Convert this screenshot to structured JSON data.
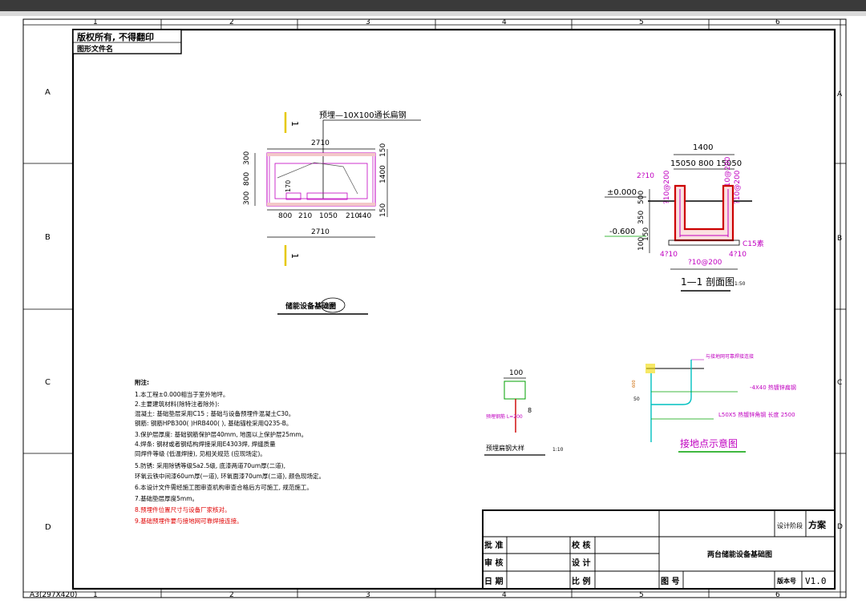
{
  "frame": {
    "col_numbers": [
      "1",
      "2",
      "3",
      "4",
      "5",
      "6"
    ],
    "row_letters": [
      "A",
      "B",
      "C",
      "D"
    ],
    "sheet_size": "A3(297X420)"
  },
  "header_box": {
    "copyright": "版权所有,   不得翻印",
    "file_name_label": "图形文件名"
  },
  "plan": {
    "embed_label": "预埋—10X100通长扁钢",
    "section_mark": "1",
    "dim_top": "2710",
    "dim_bottom": "2710",
    "dim_seg": [
      "800",
      "210",
      "1050",
      "210",
      "440"
    ],
    "dim_left_top": "300",
    "dim_left_mid": "800",
    "dim_left_bot": "300",
    "dim_inner": "170",
    "dim_right_top": "150",
    "dim_right_mid": "1400",
    "dim_right_bot": "150",
    "title": "储能设备基础图",
    "count": "2台"
  },
  "section": {
    "dim_width": "1400",
    "dim_parts": "15050  800  15050",
    "rebar_top_left": "2?10",
    "rebar_side_left": "?10@200",
    "rebar_side_right": "?10@200",
    "rebar_top_right": "?10@200",
    "level_top": "±0.000",
    "level_bottom": "-0.600",
    "dim_v1": "500",
    "dim_v2": "350",
    "dim_v3": "100",
    "dim_v4": "150",
    "concrete": "C15素",
    "rebar_bot_left": "4?10",
    "rebar_bot_right": "4?10",
    "rebar_bot_mid": "?10@200",
    "title": "1—1 剖面图",
    "scale": "1:50"
  },
  "notes": {
    "heading": "附注:",
    "items": [
      "1.本工程±0.000相当于室外地坪。",
      "2.主要建筑材料(除特注者除外):",
      "   混凝土: 基础垫层采用C15 ; 基础与设备预埋件混凝土C30。",
      "   钢筋: 钢筋HPB300( )HRB400( ), 基础锚栓采用Q235-B。",
      "3.保护层厚度: 基础钢筋保护层40mm, 地面以上保护层25mm。",
      "4.焊条: 钢材或者钢结构焊接采用E4303焊, 焊缝质量",
      "   同焊件等级  (低温焊接),  见相关规范 (应现场定)。",
      "5.防锈: 采用除锈等级Sa2.5级, 底漆两道70um厚(二道),",
      "   环氧云铁中间漆60um厚(一道), 环氧面漆70um厚(二道), 颜色现场定。",
      "6.本设计文件需经施工图审查机构审查合格后方可施工,  规范施工。",
      "7.基础垫层厚度5mm。",
      "8.预埋件位置尺寸与设备厂家核对。",
      "9.基础预埋件要与接地网可靠焊接连接。"
    ]
  },
  "embed_detail": {
    "dim": "100",
    "dim2": "8",
    "note": "预埋钢筋\nL=200",
    "title": "预埋扁钢大样",
    "scale": "1:10"
  },
  "grounding": {
    "label_top": "与接地网可靠焊接连接",
    "label_flat": "-4X40 热镀锌扁钢",
    "label_angle": "L50X5 热镀锌角钢   长度 2500",
    "dim_a": "600",
    "dim_b": "50",
    "title": "接地点示意图"
  },
  "title_block": {
    "stage_label": "设计阶段",
    "stage_value": "方案",
    "approve": "批 准",
    "review": "审 核",
    "date": "日 期",
    "check": "校 核",
    "design": "设 计",
    "scale": "比 例",
    "drawing_no": "图 号",
    "drawing_name": "两台储能设备基础图",
    "version_label": "版本号",
    "version_value": "V1.0"
  }
}
